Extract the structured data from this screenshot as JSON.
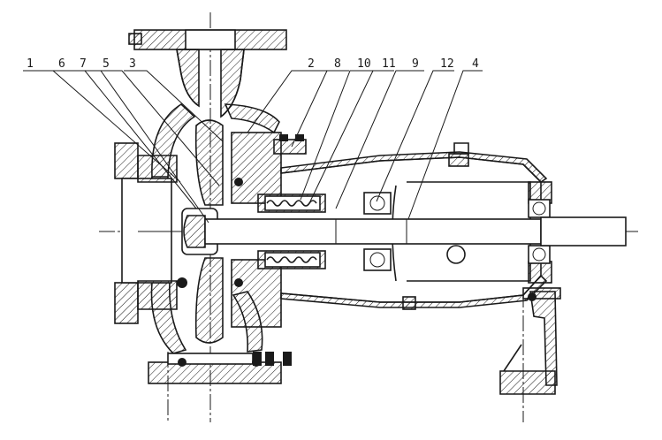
{
  "callouts": [
    {
      "id": "c1",
      "label": "1"
    },
    {
      "id": "c6",
      "label": "6"
    },
    {
      "id": "c7",
      "label": "7"
    },
    {
      "id": "c5",
      "label": "5"
    },
    {
      "id": "c3",
      "label": "3"
    },
    {
      "id": "c2",
      "label": "2"
    },
    {
      "id": "c8",
      "label": "8"
    },
    {
      "id": "c10",
      "label": "10"
    },
    {
      "id": "c11",
      "label": "11"
    },
    {
      "id": "c9",
      "label": "9"
    },
    {
      "id": "c12",
      "label": "12"
    },
    {
      "id": "c4",
      "label": "4"
    }
  ]
}
